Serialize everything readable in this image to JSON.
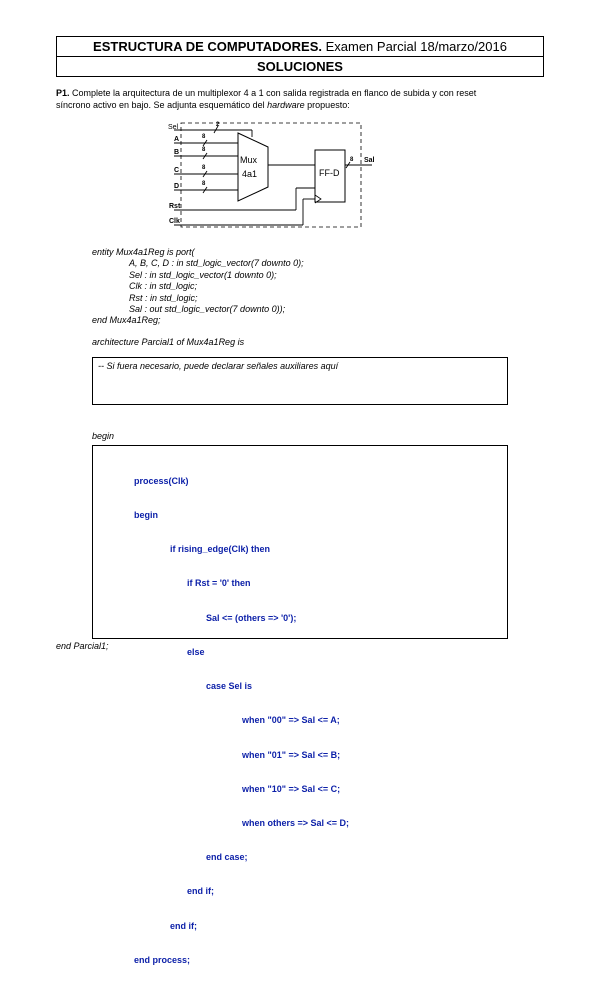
{
  "header": {
    "title_bold": "ESTRUCTURA DE COMPUTADORES.",
    "title_rest": " Examen Parcial 18/marzo/2016",
    "subtitle": "SOLUCIONES"
  },
  "problem": {
    "label": "P1.",
    "text_line1": " Complete la arquitectura de un multiplexor 4 a 1 con salida registrada en flanco de subida y con reset",
    "text_line2a": "síncrono activo en bajo. Se adjunta esquemático del ",
    "text_line2b": "hardware",
    "text_line2c": " propuesto:"
  },
  "diagram": {
    "labels": {
      "sel": "Sel",
      "a": "A",
      "b": "B",
      "c": "C",
      "d": "D",
      "rst": "Rst",
      "clk": "Clk",
      "sal": "Sal",
      "mux1": "Mux",
      "mux2": "4a1",
      "ff": "FF-D",
      "w2": "2",
      "w8a": "8",
      "w8b": "8",
      "w8c": "8",
      "w8d": "8",
      "w8s": "8"
    }
  },
  "entity": [
    "entity Mux4a1Reg is port(",
    "A, B, C, D : in std_logic_vector(7 downto 0);",
    "Sel : in std_logic_vector(1 downto 0);",
    "Clk : in std_logic;",
    "Rst : in std_logic;",
    "Sal : out std_logic_vector(7 downto 0));",
    "end Mux4a1Reg;"
  ],
  "architecture_line": "architecture Parcial1 of Mux4a1Reg is",
  "aux_comment": "-- Si fuera necesario, puede declarar señales auxiliares aquí",
  "begin_line": "begin",
  "process_code": [
    "process(Clk)",
    "begin",
    "if rising_edge(Clk) then",
    "if Rst = '0' then",
    "Sal <= (others => '0');",
    "else",
    "case Sel is",
    "when \"00\" => Sal <= A;",
    "when \"01\" => Sal <= B;",
    "when \"10\" => Sal <= C;",
    "when others => Sal <= D;",
    "end case;",
    "end if;",
    "end if;",
    "end process;"
  ],
  "end_line": "end Parcial1;"
}
